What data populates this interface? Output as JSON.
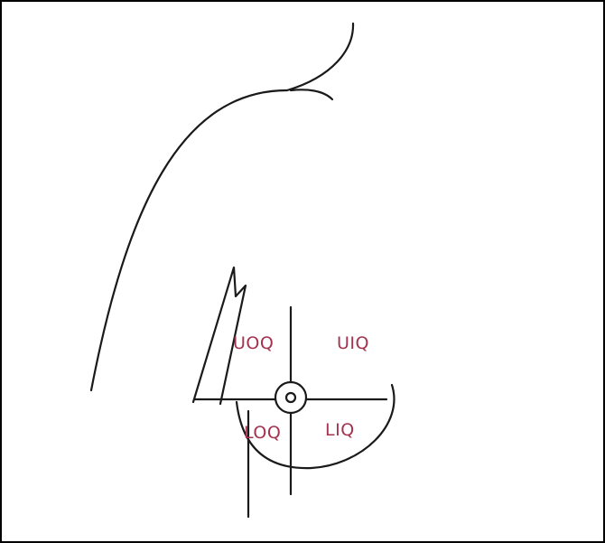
{
  "diagram": {
    "colors": {
      "stroke": "#1a1a1a",
      "label": "#a3334f",
      "border": "#000000",
      "background": "#ffffff"
    },
    "quadrant_labels": {
      "upper_outer": "UOQ",
      "upper_inner": "UIQ",
      "lower_outer": "LOQ",
      "lower_inner": "LIQ"
    }
  }
}
